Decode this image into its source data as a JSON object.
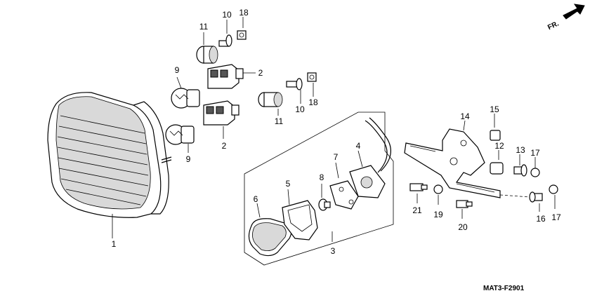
{
  "diagram": {
    "code": "MAT3-F2901",
    "direction": "FR.",
    "callouts": {
      "c1": "1",
      "c2a": "2",
      "c2b": "2",
      "c3": "3",
      "c4": "4",
      "c5": "5",
      "c6": "6",
      "c7": "7",
      "c8": "8",
      "c9a": "9",
      "c9b": "9",
      "c10a": "10",
      "c10b": "10",
      "c11a": "11",
      "c11b": "11",
      "c12": "12",
      "c13": "13",
      "c14": "14",
      "c15": "15",
      "c16": "16",
      "c17a": "17",
      "c17b": "17",
      "c18a": "18",
      "c18b": "18",
      "c19": "19",
      "c20": "20",
      "c21": "21"
    }
  }
}
